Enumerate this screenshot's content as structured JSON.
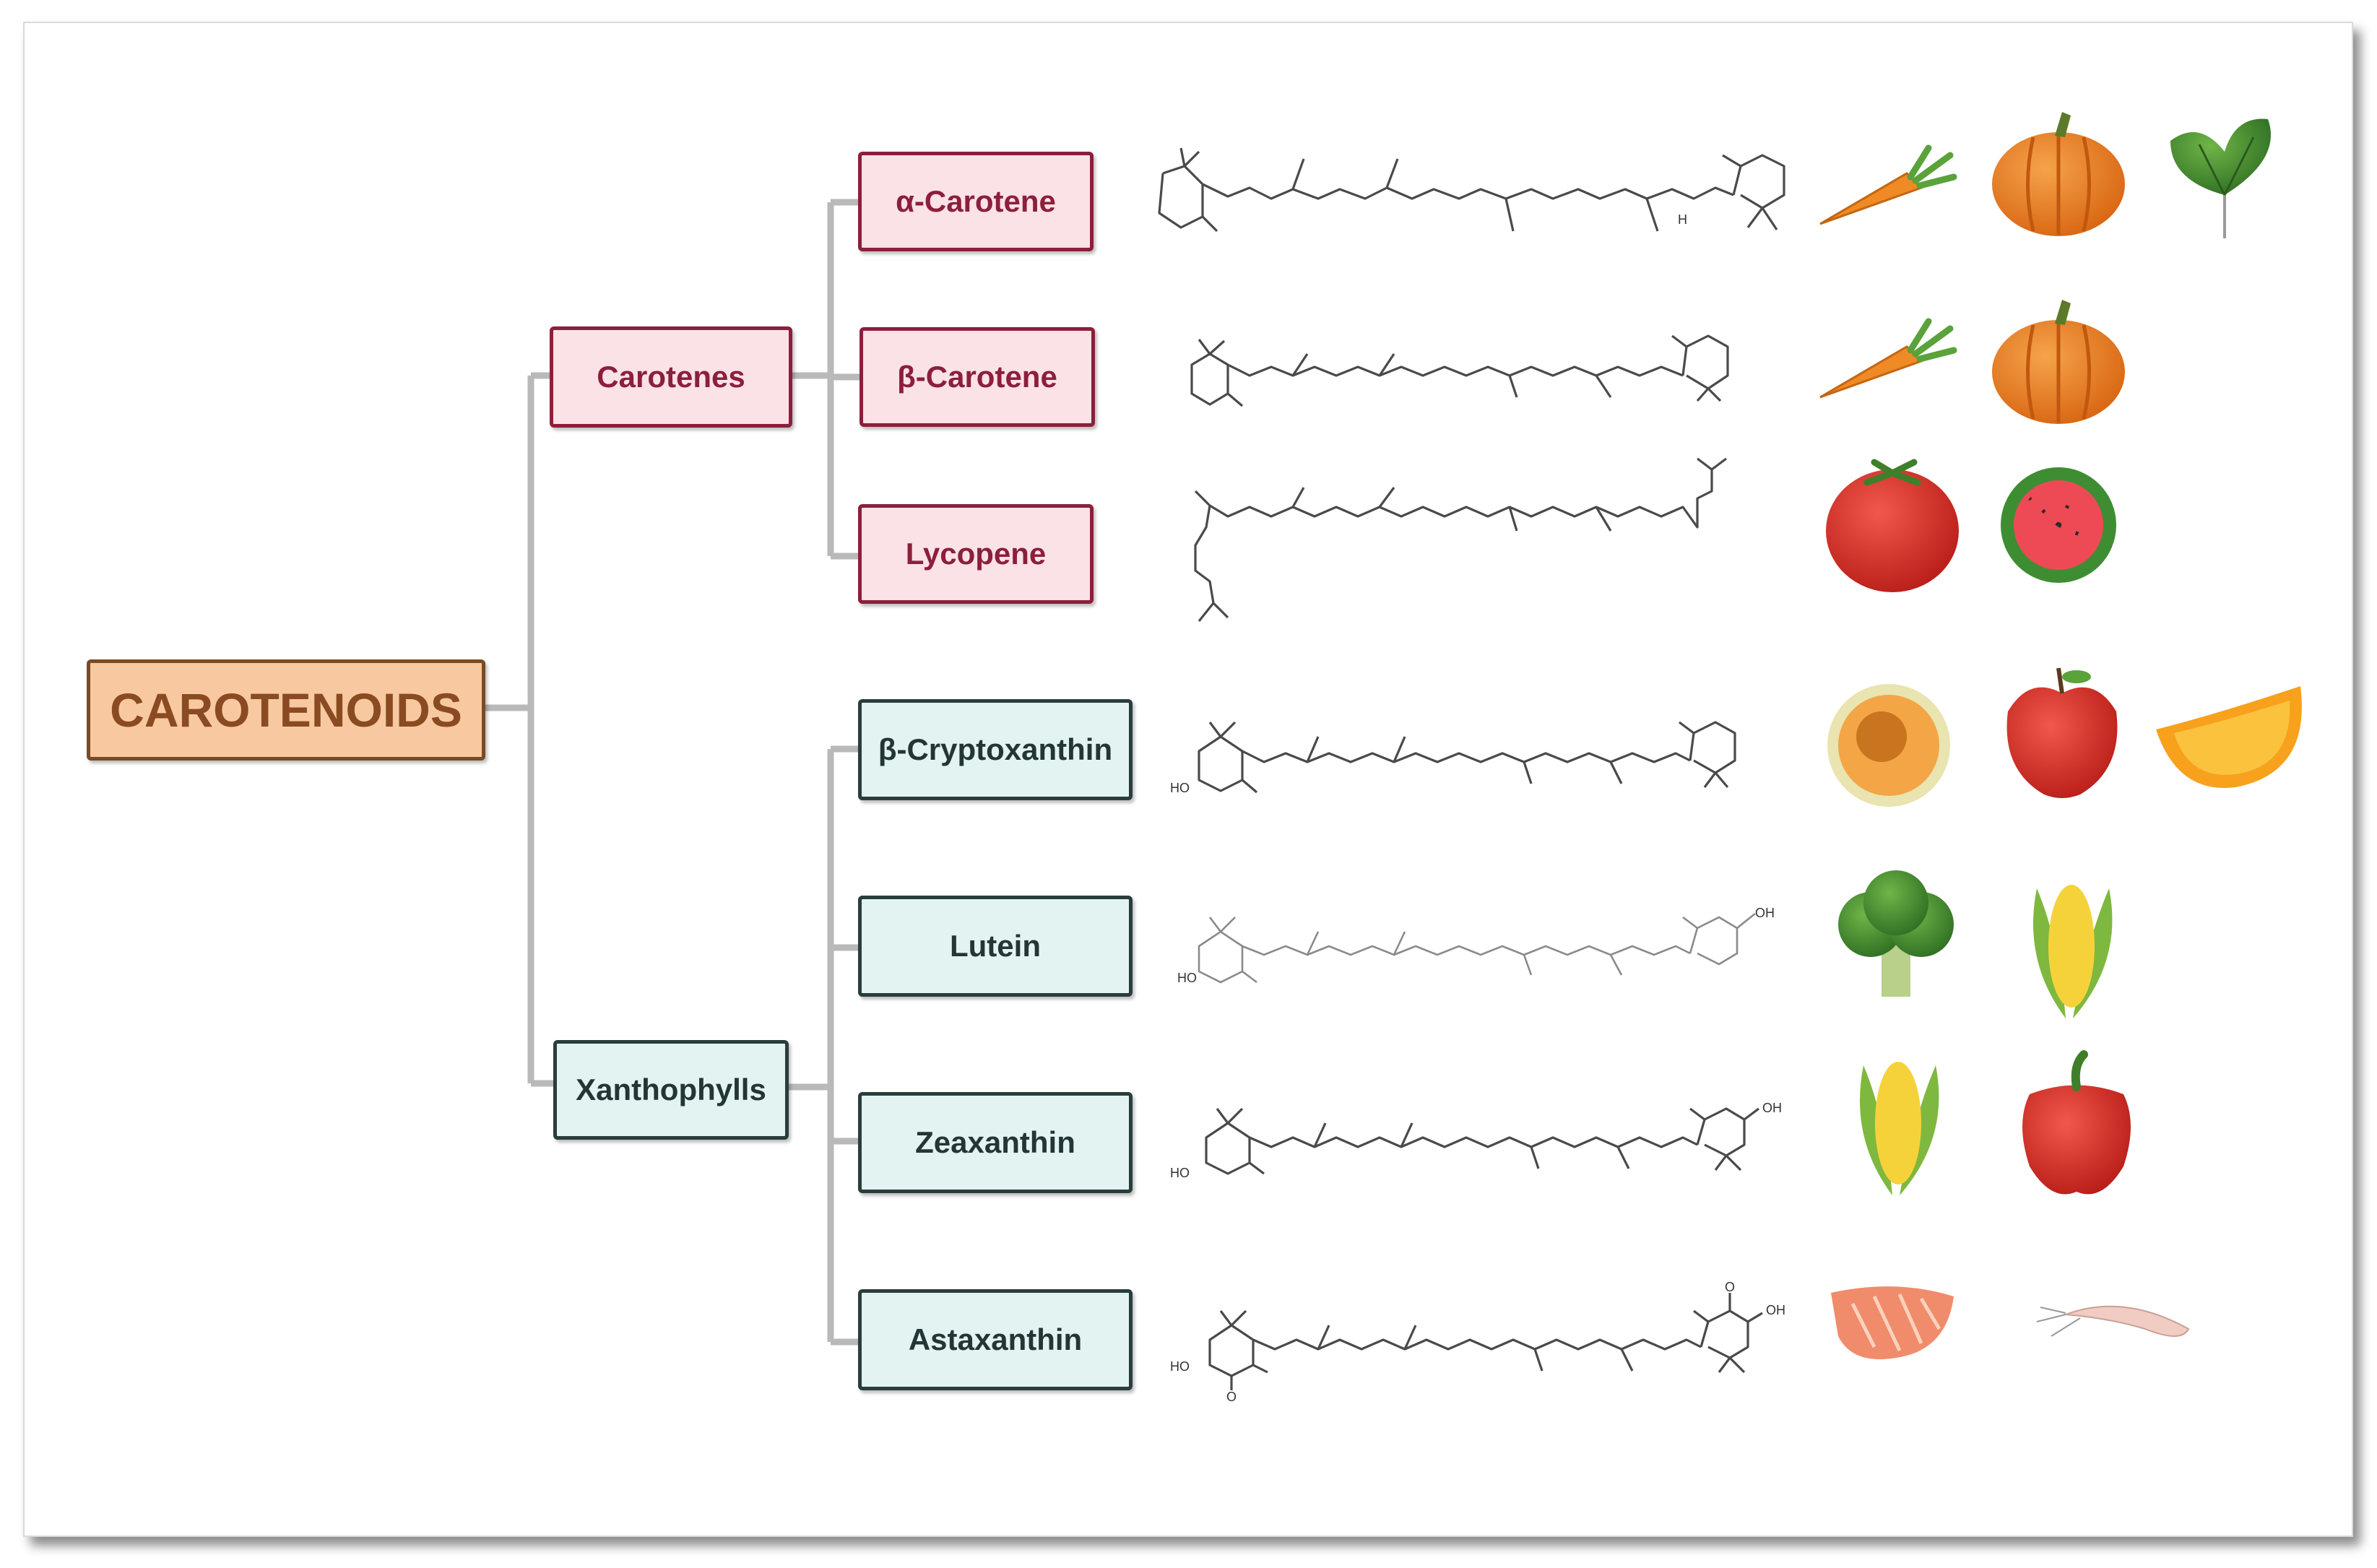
{
  "root": {
    "label": "CAROTENOIDS"
  },
  "groups": [
    {
      "label": "Carotenes",
      "class": "pink",
      "members": [
        "α-Carotene",
        "β-Carotene",
        "Lycopene"
      ]
    },
    {
      "label": "Xanthophylls",
      "class": "teal",
      "members": [
        "β-Cryptoxanthin",
        "Lutein",
        "Zeaxanthin",
        "Astaxanthin"
      ]
    }
  ],
  "compounds": [
    {
      "name": "α-Carotene",
      "sources": [
        "carrot",
        "pumpkin",
        "spinach"
      ]
    },
    {
      "name": "β-Carotene",
      "sources": [
        "carrot",
        "pumpkin"
      ]
    },
    {
      "name": "Lycopene",
      "sources": [
        "tomato",
        "watermelon"
      ]
    },
    {
      "name": "β-Cryptoxanthin",
      "sources": [
        "cantaloupe",
        "apple",
        "orange"
      ]
    },
    {
      "name": "Lutein",
      "sources": [
        "broccoli",
        "corn"
      ]
    },
    {
      "name": "Zeaxanthin",
      "sources": [
        "corn",
        "bell-pepper"
      ]
    },
    {
      "name": "Astaxanthin",
      "sources": [
        "salmon",
        "shrimp"
      ]
    }
  ],
  "atom_labels": {
    "h": "H",
    "ho": "HO",
    "oh": "OH",
    "o": "O"
  },
  "colors": {
    "connector": "#b9b9b9",
    "carotene_fill": "#fbe2e7",
    "carotene_border": "#8c1f3b",
    "xantho_fill": "#e3f3f1",
    "xantho_border": "#2a3d3d",
    "root_fill": "#f8c9a0"
  }
}
